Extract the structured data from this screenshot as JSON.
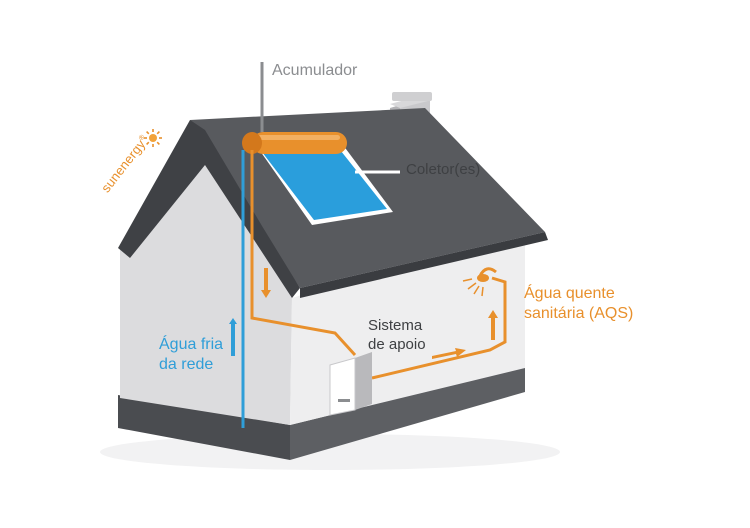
{
  "labels": {
    "accumulator": "Acumulador",
    "collectors": "Coletor(es)",
    "backup_line1": "Sistema",
    "backup_line2": "de apoio",
    "cold_line1": "Água fria",
    "cold_line2": "da rede",
    "hot_line1": "Água quente",
    "hot_line2": "sanitária (AQS)"
  },
  "brand": {
    "name": "sunenergy",
    "mark": "®"
  },
  "colors": {
    "roof": "#585a5e",
    "wall_front": "#dcdcde",
    "wall_side": "#eeeeef",
    "base": "#4a4c50",
    "solar_panel": "#2a9edc",
    "hot_pipe": "#e8902c",
    "cold_pipe": "#2f9ed8",
    "label_gray": "#8b8d90"
  }
}
